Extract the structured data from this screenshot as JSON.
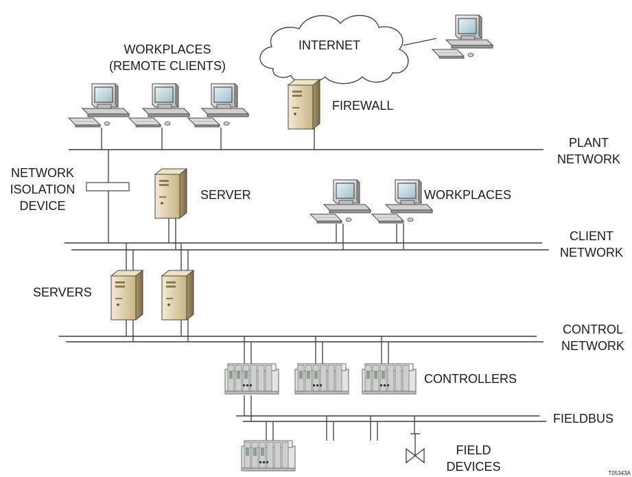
{
  "labels": {
    "workplaces_remote_line1": "WORKPLACES",
    "workplaces_remote_line2": "(REMOTE CLIENTS)",
    "internet": "INTERNET",
    "firewall": "FIREWALL",
    "plant_network_line1": "PLANT",
    "plant_network_line2": "NETWORK",
    "isolation_line1": "NETWORK",
    "isolation_line2": "ISOLATION",
    "isolation_line3": "DEVICE",
    "server": "SERVER",
    "workplaces": "WORKPLACES",
    "client_network_line1": "CLIENT",
    "client_network_line2": "NETWORK",
    "servers": "SERVERS",
    "control_network_line1": "CONTROL",
    "control_network_line2": "NETWORK",
    "controllers": "CONTROLLERS",
    "fieldbus": "FIELDBUS",
    "field_devices_line1": "FIELD",
    "field_devices_line2": "DEVICES",
    "figure_id": "T05343A"
  },
  "icons": {
    "workstation": "workstation-icon",
    "server": "server-tower-icon",
    "controller": "controller-rack-icon",
    "cloud": "cloud-icon",
    "valve": "valve-icon",
    "isolation": "isolation-device-icon"
  },
  "colors": {
    "line": "#3a3a3a",
    "server_body": "#d8c7a0",
    "monitor_body": "#e6e6e6",
    "screen": "#bcd4de",
    "controller_body": "#dcdcdc"
  }
}
